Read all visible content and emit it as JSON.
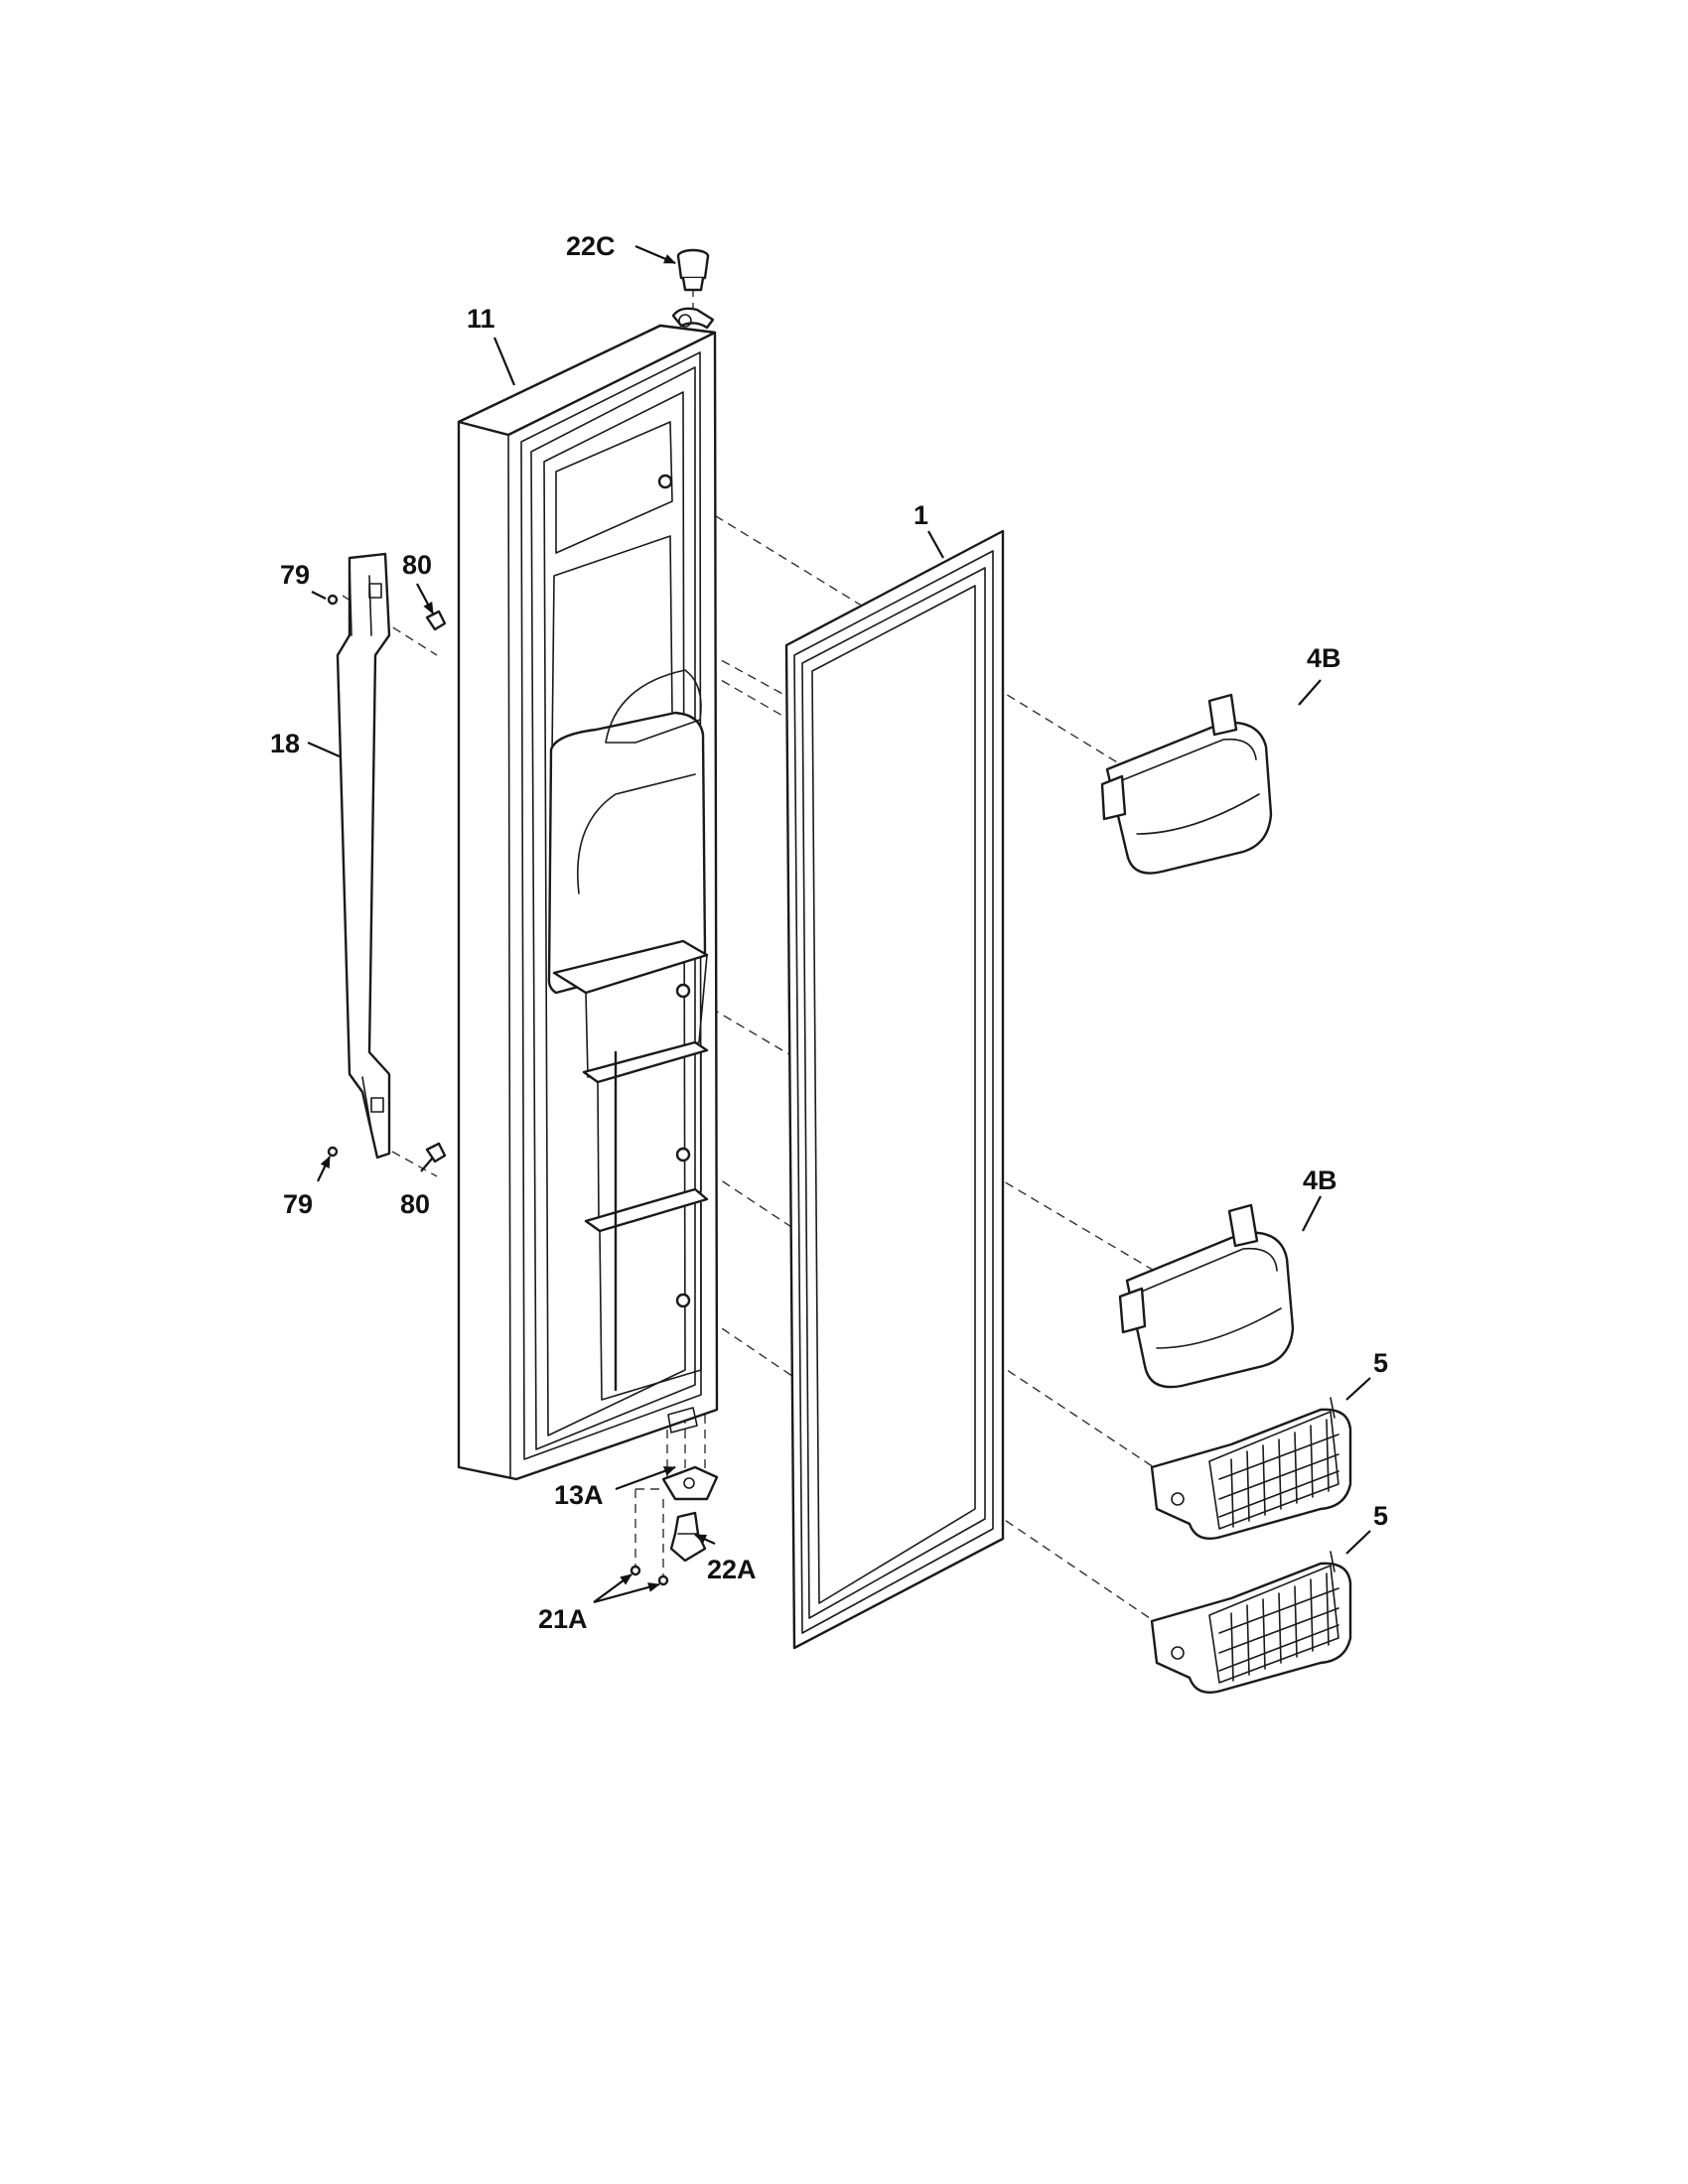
{
  "diagram": {
    "type": "exploded parts diagram",
    "callouts": {
      "c22C": "22C",
      "c11": "11",
      "c1": "1",
      "c79_top": "79",
      "c80_top": "80",
      "c18": "18",
      "c4B_top": "4B",
      "c79_bottom": "79",
      "c80_bottom": "80",
      "c4B_bottom": "4B",
      "c5_top": "5",
      "c13A": "13A",
      "c22A": "22A",
      "c5_bottom": "5",
      "c21A": "21A"
    }
  }
}
